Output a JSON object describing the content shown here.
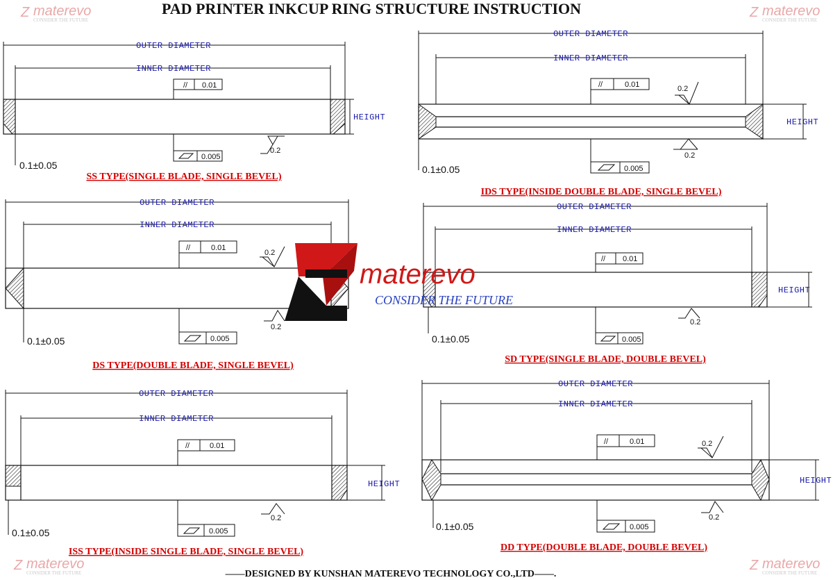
{
  "title": "PAD PRINTER INKCUP RING STRUCTURE INSTRUCTION",
  "footer": "——DESIGNED BY KUNSHAN MATEREVO TECHNOLOGY CO.,LTD——.",
  "logo": {
    "word": "materevo",
    "tagline": "CONSIDER THE FUTURE"
  },
  "labels": {
    "outer_diameter": "OUTER DIAMETER",
    "inner_diameter": "INNER DIAMETER",
    "height": "HEIGHT",
    "edge_tolerance": "0.1±0.05",
    "roughness": "0.2",
    "parallelism_symbol": "//",
    "parallelism_value": "0.01",
    "flatness_value": "0.005"
  },
  "diagrams": [
    {
      "id": "ss",
      "caption": "SS TYPE(SINGLE BLADE, SINGLE BEVEL)"
    },
    {
      "id": "ids",
      "caption": "IDS TYPE(INSIDE DOUBLE BLADE, SINGLE BEVEL)"
    },
    {
      "id": "ds",
      "caption": "DS TYPE(DOUBLE BLADE, SINGLE BEVEL)"
    },
    {
      "id": "sd",
      "caption": "SD TYPE(SINGLE BLADE, DOUBLE BEVEL)"
    },
    {
      "id": "iss",
      "caption": "ISS TYPE(INSIDE SINGLE BLADE, SINGLE BEVEL)"
    },
    {
      "id": "dd",
      "caption": "DD TYPE(DOUBLE BLADE, DOUBLE BEVEL)"
    }
  ],
  "colors": {
    "caption": "#d40000",
    "dimension": "#1a1aa8",
    "logo": "#d01818"
  }
}
